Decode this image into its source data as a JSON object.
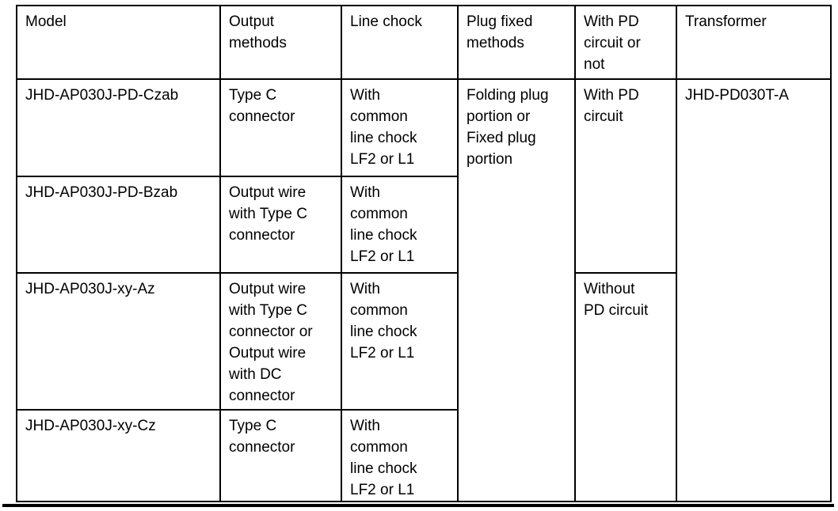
{
  "page": {
    "background": "#ffffff",
    "rule_color": "#000000",
    "text_color": "#000000"
  },
  "table": {
    "header": {
      "model": "Model",
      "output_methods": "Output\nmethods",
      "line_chock": "Line chock",
      "plug_fixed_methods": "Plug fixed\nmethods",
      "pd_circuit": "With PD\ncircuit or\nnot",
      "transformer": "Transformer"
    },
    "rows": [
      {
        "model": "JHD-AP030J-PD-Czab",
        "output_methods": "Type C\nconnector",
        "line_chock": "With\ncommon\nline chock\nLF2 or L1"
      },
      {
        "model": "JHD-AP030J-PD-Bzab",
        "output_methods": "Output wire\nwith Type C\nconnector",
        "line_chock": "With\ncommon\nline chock\nLF2 or L1"
      },
      {
        "model": "JHD-AP030J-xy-Az",
        "output_methods": "Output wire\nwith Type C\nconnector or\nOutput wire\nwith DC\nconnector",
        "line_chock": "With\ncommon\nline chock\nLF2 or L1"
      },
      {
        "model": "JHD-AP030J-xy-Cz",
        "output_methods": "Type C\nconnector",
        "line_chock": "With\ncommon\nline chock\nLF2 or L1"
      }
    ],
    "merged_cells": {
      "plug_fixed_methods": "Folding plug\nportion or\nFixed plug\nportion",
      "with_pd_circuit": "With PD\ncircuit",
      "without_pd_circuit": "Without\nPD circuit",
      "transformer": "JHD-PD030T-A"
    }
  }
}
